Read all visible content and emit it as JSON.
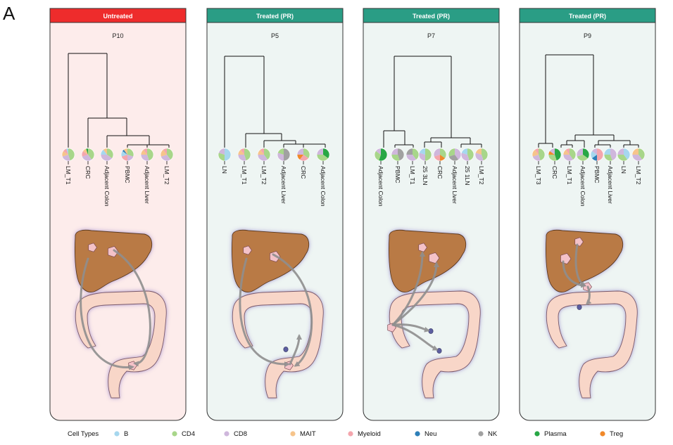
{
  "panel_letter": "A",
  "colors": {
    "B": "#a6d7ee",
    "CD4": "#a8d68a",
    "CD8": "#cfb7dc",
    "MAIT": "#f6c48b",
    "Myeloid": "#f4a6ad",
    "Neu": "#2d7fb8",
    "NK": "#a1a1a1",
    "Plasma": "#28a745",
    "Treg": "#f0892a",
    "untreated_header": "#ee2c2c",
    "treated_header": "#2a9d85",
    "untreated_bg": "#fdeceb",
    "treated_bg": "#eef5f3",
    "liver": "#b97a45",
    "colon": "#f8d6c8",
    "arrow": "#8f8f8f"
  },
  "panels": [
    {
      "header": "Untreated",
      "patient": "P10",
      "leaves": [
        "LM_T1",
        "CRC",
        "Adjacent Colon",
        "PBMC",
        "Adjacent Liver",
        "LM_T2"
      ],
      "pies": [
        {
          "CD4": 0.45,
          "CD8": 0.25,
          "MAIT": 0.15,
          "Myeloid": 0.1,
          "B": 0.05
        },
        {
          "CD4": 0.4,
          "CD8": 0.3,
          "Myeloid": 0.15,
          "MAIT": 0.1,
          "Plasma": 0.05
        },
        {
          "CD4": 0.35,
          "CD8": 0.4,
          "B": 0.15,
          "MAIT": 0.1
        },
        {
          "CD4": 0.3,
          "CD8": 0.2,
          "Myeloid": 0.2,
          "B": 0.15,
          "Neu": 0.05,
          "MAIT": 0.1
        },
        {
          "CD4": 0.45,
          "CD8": 0.3,
          "MAIT": 0.15,
          "Myeloid": 0.1
        },
        {
          "CD4": 0.4,
          "CD8": 0.3,
          "MAIT": 0.2,
          "Myeloid": 0.1
        }
      ]
    },
    {
      "header": "Treated (PR)",
      "patient": "P5",
      "leaves": [
        "LN",
        "LM_T1",
        "LM_T2",
        "Adjacent Liver",
        "CRC",
        "Adjacent Colon"
      ],
      "pies": [
        {
          "B": 0.5,
          "CD4": 0.3,
          "CD8": 0.2
        },
        {
          "CD4": 0.45,
          "CD8": 0.3,
          "MAIT": 0.15,
          "Myeloid": 0.1
        },
        {
          "CD4": 0.4,
          "CD8": 0.35,
          "MAIT": 0.15,
          "Myeloid": 0.1
        },
        {
          "NK": 0.5,
          "CD8": 0.3,
          "CD4": 0.2
        },
        {
          "CD4": 0.35,
          "Myeloid": 0.25,
          "Treg": 0.15,
          "CD8": 0.25
        },
        {
          "Plasma": 0.35,
          "CD4": 0.4,
          "CD8": 0.25
        }
      ]
    },
    {
      "header": "Treated (PR)",
      "patient": "P7",
      "leaves": [
        "Adjacent Colon",
        "PBMC",
        "LM_T1",
        "25 3LN",
        "CRC",
        "Adjacent Liver",
        "25 1LN",
        "LM_T2"
      ],
      "pies": [
        {
          "Plasma": 0.55,
          "CD4": 0.3,
          "CD8": 0.15
        },
        {
          "NK": 0.45,
          "CD4": 0.3,
          "CD8": 0.25
        },
        {
          "CD4": 0.4,
          "CD8": 0.35,
          "NK": 0.25
        },
        {
          "CD4": 0.5,
          "CD8": 0.3,
          "B": 0.2
        },
        {
          "CD4": 0.35,
          "Treg": 0.15,
          "Myeloid": 0.2,
          "CD8": 0.3
        },
        {
          "CD8": 0.4,
          "NK": 0.3,
          "CD4": 0.3
        },
        {
          "CD4": 0.45,
          "CD8": 0.35,
          "B": 0.2
        },
        {
          "CD4": 0.45,
          "CD8": 0.35,
          "MAIT": 0.2
        }
      ]
    },
    {
      "header": "Treated (PR)",
      "patient": "P9",
      "leaves": [
        "LM_T3",
        "CRC",
        "LM_T1",
        "Adjacent Colon",
        "PBMC",
        "Adjacent Liver",
        "LN",
        "LM_T2"
      ],
      "pies": [
        {
          "CD4": 0.45,
          "CD8": 0.25,
          "MAIT": 0.2,
          "Myeloid": 0.1
        },
        {
          "Plasma": 0.45,
          "CD4": 0.3,
          "Treg": 0.1,
          "CD8": 0.15
        },
        {
          "CD4": 0.4,
          "CD8": 0.35,
          "MAIT": 0.15,
          "Myeloid": 0.1
        },
        {
          "Plasma": 0.35,
          "CD4": 0.35,
          "CD8": 0.3
        },
        {
          "Myeloid": 0.5,
          "Neu": 0.15,
          "B": 0.2,
          "CD8": 0.15
        },
        {
          "CD8": 0.45,
          "CD4": 0.3,
          "B": 0.25
        },
        {
          "B": 0.4,
          "CD4": 0.35,
          "CD8": 0.25
        },
        {
          "CD4": 0.4,
          "CD8": 0.35,
          "MAIT": 0.25
        }
      ]
    }
  ],
  "legend": {
    "title": "Cell Types",
    "items": [
      "B",
      "CD4",
      "CD8",
      "MAIT",
      "Myeloid",
      "Neu",
      "NK",
      "Plasma",
      "Treg"
    ]
  }
}
